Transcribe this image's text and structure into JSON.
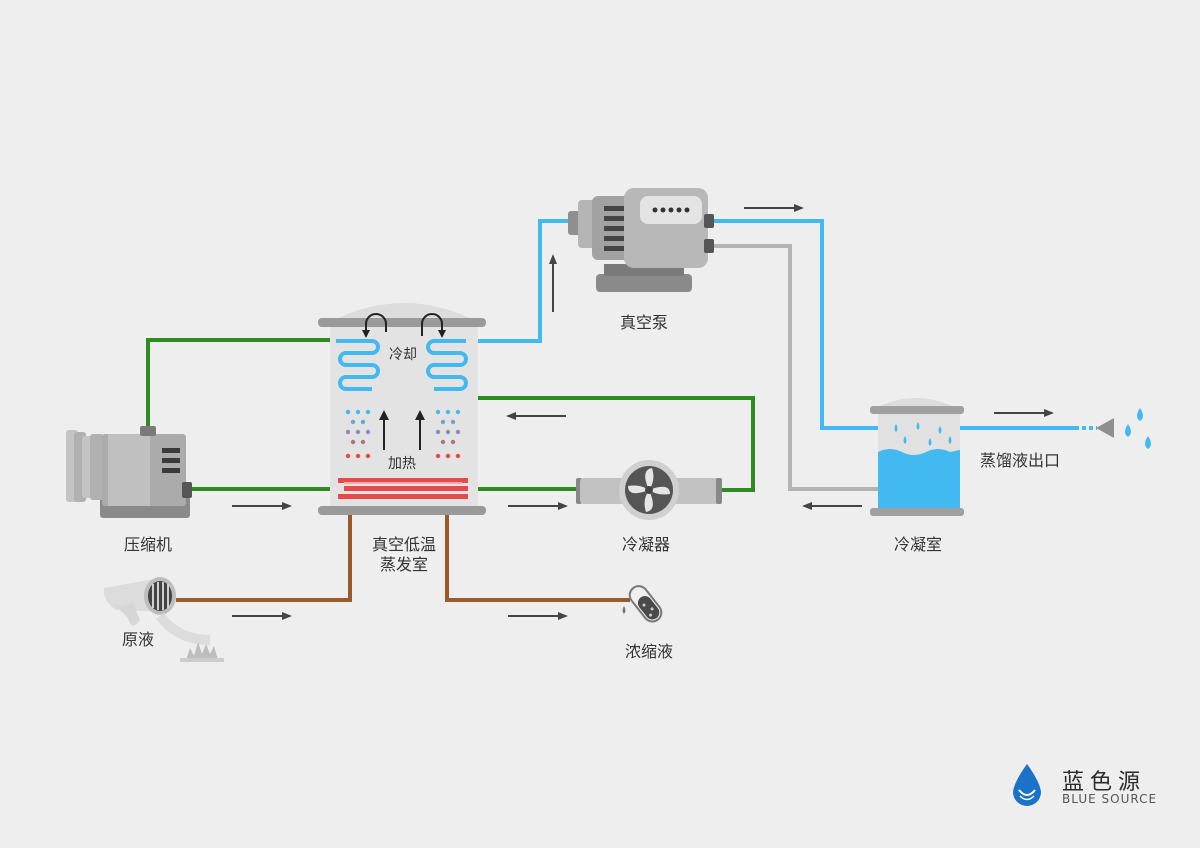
{
  "colors": {
    "background": "#eeeeee",
    "refrigerant_line": "#2e8b22",
    "vapor_line": "#43b9f1",
    "return_line": "#b3b3b3",
    "liquid_line": "#9a5a2a",
    "heater": "#e74a4a",
    "coil": "#43b9f1",
    "machine_grey": "#a9a9a9",
    "arrow": "#444444"
  },
  "labels": {
    "compressor": "压缩机",
    "evaporator_line1": "真空低温",
    "evaporator_line2": "蒸发室",
    "cooling": "冷却",
    "heating": "加热",
    "condenser": "冷凝器",
    "vacuum_pump": "真空泵",
    "condensing_chamber": "冷凝室",
    "distillate_outlet": "蒸馏液出口",
    "raw_liquid": "原液",
    "concentrate": "浓缩液"
  },
  "brand": {
    "name": "蓝色源",
    "name_en": "BLUE SOURCE"
  },
  "icons": [
    "compressor-icon",
    "evaporator-icon",
    "condenser-fan-icon",
    "vacuum-pump-icon",
    "condensing-chamber-icon",
    "nozzle-icon",
    "water-drop-icon",
    "raw-liquid-pipe-icon",
    "test-tube-icon",
    "brand-drop-logo"
  ]
}
